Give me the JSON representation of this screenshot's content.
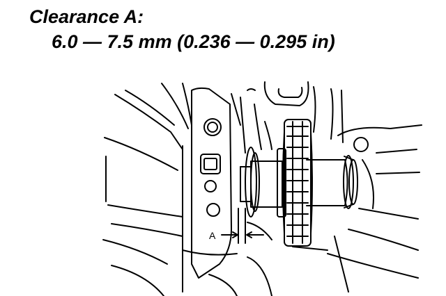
{
  "heading": {
    "title": "Clearance A:",
    "spec": "6.0 — 7.5 mm (0.236 — 0.295 in)"
  },
  "diagram": {
    "label_a": "A"
  }
}
